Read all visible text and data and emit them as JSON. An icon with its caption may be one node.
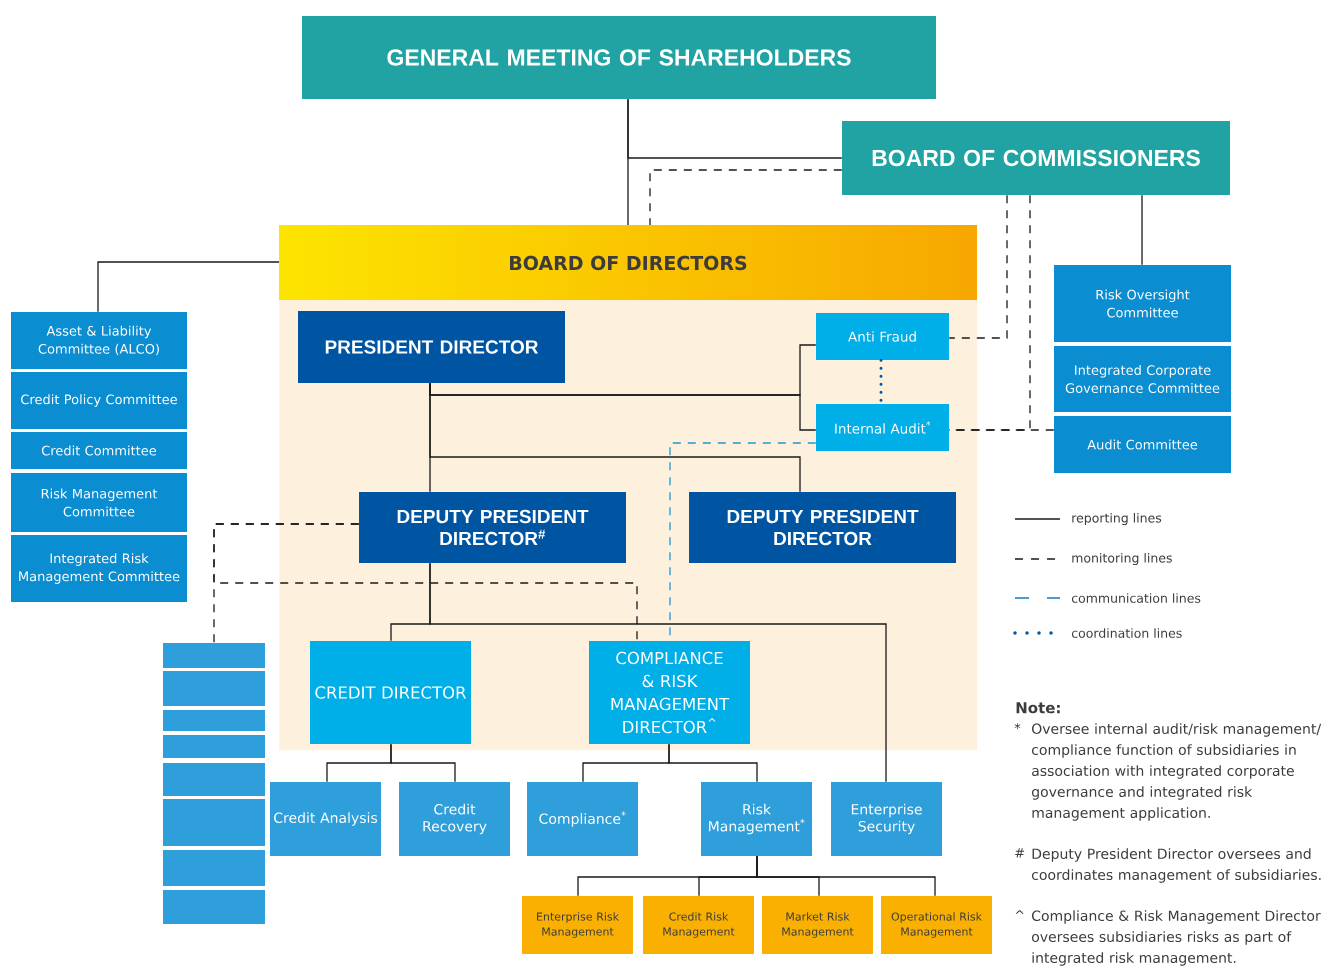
{
  "diagram": {
    "nodes": [
      {
        "text": [
          "GENERAL MEETING OF SHAREHOLDERS"
        ]
      },
      {
        "text": [
          "BOARD OF COMMISSIONERS"
        ]
      },
      {
        "text": [
          "BOARD OF DIRECTORS"
        ]
      },
      {
        "text": [
          "PRESIDENT DIRECTOR"
        ],
        "in": 2
      },
      {
        "text": [
          "Anti Fraud"
        ],
        "in": 2
      },
      {
        "text": [
          "Internal Audit$^{*}$"
        ],
        "in": 2
      },
      {
        "text": [
          "DEPUTY PRESIDENT DIRECTOR$^{#}$"
        ],
        "in": 2
      },
      {
        "text": [
          "DEPUTY PRESIDENT DIRECTOR"
        ],
        "in": 2
      },
      {
        "text": [
          "CREDIT DIRECTOR"
        ],
        "in": 2
      },
      {
        "text": [
          "COMPLIANCE & RISK MANAGEMENT DIRECTOR$^{^}$"
        ],
        "in": 2
      },
      {
        "text": [
          "Credit Analysis"
        ]
      },
      {
        "text": [
          "Credit Recovery"
        ]
      },
      {
        "text": [
          "Compliance$^{*}$"
        ]
      },
      {
        "text": [
          "Risk Management$^{*}$"
        ]
      },
      {
        "text": [
          "Enterprise Security"
        ]
      },
      {
        "text": [
          "Enterprise Risk Management"
        ]
      },
      {
        "text": [
          "Credit Risk Management"
        ]
      },
      {
        "text": [
          "Market Risk Management"
        ]
      },
      {
        "text": [
          "Operational Risk Management"
        ]
      },
      {
        "text": [
          "Asset & Liability Committee (ALCO)"
        ]
      },
      {
        "text": [
          "Credit Policy Committee"
        ]
      },
      {
        "text": [
          "Credit Committee"
        ]
      },
      {
        "text": [
          "Risk Management Committee"
        ]
      },
      {
        "text": [
          "Integrated Risk Management Committee"
        ]
      },
      {
        "text": [
          "Risk Oversight Committee"
        ]
      },
      {
        "text": [
          "Integrated Corporate Governance Committee"
        ]
      },
      {
        "text": [
          "Audit Committee"
        ]
      },
      {
        "text": [],
        "shape": "box"
      },
      {
        "text": [],
        "shape": "box"
      },
      {
        "text": [],
        "shape": "box"
      },
      {
        "text": [],
        "shape": "box"
      },
      {
        "text": [],
        "shape": "box"
      },
      {
        "text": [],
        "shape": "box"
      },
      {
        "text": [],
        "shape": "box"
      },
      {
        "text": [],
        "shape": "box"
      }
    ],
    "edges": [
      {
        "from": 0,
        "to": 2,
        "arrow": "none"
      },
      {
        "from": 1,
        "to": 0,
        "arrow": "none"
      },
      {
        "from": 1,
        "to": 2,
        "arrow": "none",
        "style": "dashed"
      },
      {
        "from": 2,
        "to": 19,
        "arrow": "none"
      },
      {
        "from": 1,
        "to": 24,
        "arrow": "none"
      },
      {
        "from": 1,
        "to": 4,
        "arrow": "none",
        "style": "dashed"
      },
      {
        "from": 1,
        "to": 5,
        "arrow": "none",
        "style": "dashed"
      },
      {
        "from": 26,
        "to": 5,
        "arrow": "none",
        "style": "dashed"
      },
      {
        "from": 3,
        "to": 4,
        "arrow": "none"
      },
      {
        "from": 3,
        "to": 5,
        "arrow": "none"
      },
      {
        "from": 4,
        "to": 5,
        "arrow": "none",
        "style": "dashed",
        "color": "#0057a4"
      },
      {
        "from": 3,
        "to": 6,
        "arrow": "none"
      },
      {
        "from": 3,
        "to": 7,
        "arrow": "none"
      },
      {
        "from": 6,
        "to": 8,
        "arrow": "none"
      },
      {
        "from": 6,
        "to": 14,
        "arrow": "none"
      },
      {
        "from": 6,
        "to": 27,
        "arrow": "none",
        "style": "dashed"
      },
      {
        "from": 6,
        "to": 9,
        "arrow": "none",
        "style": "dashed"
      },
      {
        "from": 5,
        "to": 9,
        "arrow": "none",
        "style": "dashed",
        "color": "#1a9ad6"
      },
      {
        "from": 8,
        "to": 10,
        "arrow": "none"
      },
      {
        "from": 8,
        "to": 11,
        "arrow": "none"
      },
      {
        "from": 9,
        "to": 12,
        "arrow": "none"
      },
      {
        "from": 9,
        "to": 13,
        "arrow": "none"
      },
      {
        "from": 13,
        "to": 15,
        "arrow": "none"
      },
      {
        "from": 13,
        "to": 16,
        "arrow": "none"
      },
      {
        "from": 13,
        "to": 17,
        "arrow": "none"
      },
      {
        "from": 13,
        "to": 18,
        "arrow": "none"
      }
    ],
    "labels": [
      "Note:",
      "*",
      "Oversee internal audit/risk management/ compliance function of subsidiaries in association with integrated corporate governance and integrated risk management application.",
      "#",
      "Deputy President Director oversees and coordinates management of subsidiaries.",
      "^",
      "Compliance & Risk Management Director oversees subsidiaries risks as part of integrated risk management."
    ],
    "legend": [
      {
        "text": "reporting lines"
      },
      {
        "text": "monitoring lines"
      },
      {
        "text": "communication lines"
      },
      {
        "text": "coordination lines"
      }
    ]
  }
}
